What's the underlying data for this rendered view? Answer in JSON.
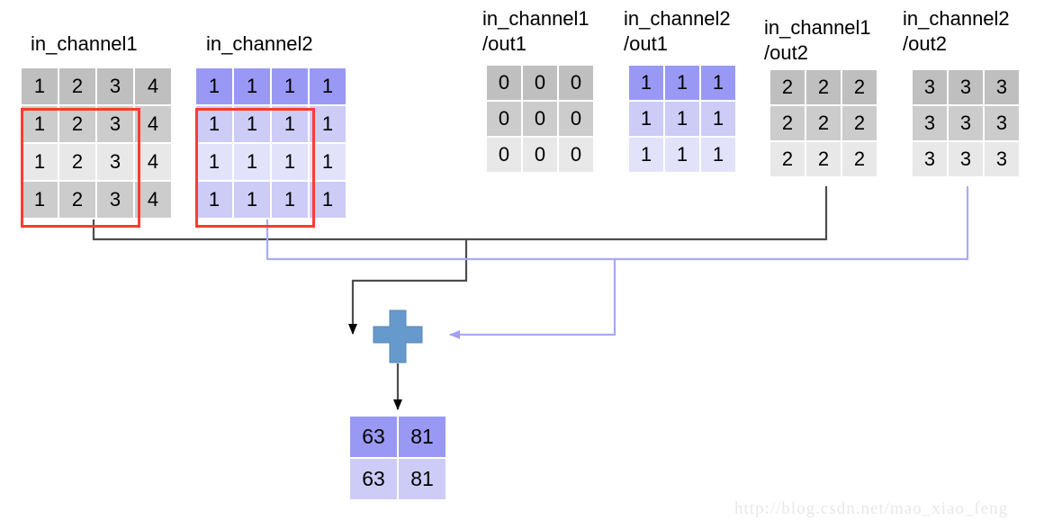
{
  "diagram": {
    "title_hidden": "Multi-channel convolution with 2 input channels and 2 output channels",
    "watermark": "http://blog.csdn.net/mao_xiao_feng",
    "colors": {
      "gray_dark": "#bfbfbf",
      "gray_mid": "#cccccc",
      "gray_light": "#e8e8e8",
      "blue_dark": "#9999f5",
      "blue_mid": "#ccccf7",
      "blue_light": "#e2e2fb",
      "highlight_red": "#ff3b30",
      "wire_dark": "#4d4d4d",
      "wire_purple": "#aaaaf7",
      "plus_fill": "#6699cc"
    }
  },
  "inputs": [
    {
      "label": "in_channel1",
      "rows": [
        [
          "1",
          "2",
          "3",
          "4"
        ],
        [
          "1",
          "2",
          "3",
          "4"
        ],
        [
          "1",
          "2",
          "3",
          "4"
        ],
        [
          "1",
          "2",
          "3",
          "4"
        ]
      ],
      "row_shades": [
        "#bfbfbf",
        "#cccccc",
        "#e8e8e8",
        "#cccccc"
      ],
      "kernel_window": {
        "row_start": 1,
        "row_end": 3,
        "col_start": 0,
        "col_end": 2
      }
    },
    {
      "label": "in_channel2",
      "rows": [
        [
          "1",
          "1",
          "1",
          "1"
        ],
        [
          "1",
          "1",
          "1",
          "1"
        ],
        [
          "1",
          "1",
          "1",
          "1"
        ],
        [
          "1",
          "1",
          "1",
          "1"
        ]
      ],
      "row_shades": [
        "#9999f5",
        "#ccccf7",
        "#e2e2fb",
        "#ccccf7"
      ],
      "kernel_window": {
        "row_start": 1,
        "row_end": 3,
        "col_start": 0,
        "col_end": 2
      }
    }
  ],
  "kernels": [
    {
      "label_line1": "in_channel1",
      "label_line2": "/out1",
      "rows": [
        [
          "0",
          "0",
          "0"
        ],
        [
          "0",
          "0",
          "0"
        ],
        [
          "0",
          "0",
          "0"
        ]
      ],
      "row_shades": [
        "#bfbfbf",
        "#cccccc",
        "#e8e8e8"
      ]
    },
    {
      "label_line1": "in_channel2",
      "label_line2": "/out1",
      "rows": [
        [
          "1",
          "1",
          "1"
        ],
        [
          "1",
          "1",
          "1"
        ],
        [
          "1",
          "1",
          "1"
        ]
      ],
      "row_shades": [
        "#9999f5",
        "#ccccf7",
        "#e2e2fb"
      ]
    },
    {
      "label_line1": "in_channel1",
      "label_line2": "/out2",
      "rows": [
        [
          "2",
          "2",
          "2"
        ],
        [
          "2",
          "2",
          "2"
        ],
        [
          "2",
          "2",
          "2"
        ]
      ],
      "row_shades": [
        "#bfbfbf",
        "#cccccc",
        "#e8e8e8"
      ]
    },
    {
      "label_line1": "in_channel2",
      "label_line2": "/out2",
      "rows": [
        [
          "3",
          "3",
          "3"
        ],
        [
          "3",
          "3",
          "3"
        ],
        [
          "3",
          "3",
          "3"
        ]
      ],
      "row_shades": [
        "#bfbfbf",
        "#cccccc",
        "#e8e8e8"
      ]
    }
  ],
  "operator": {
    "symbol": "+",
    "name": "sum-node"
  },
  "output": {
    "rows": [
      [
        "63",
        "81"
      ],
      [
        "63",
        "81"
      ]
    ],
    "row_shades": [
      "#9999f5",
      "#ccccf7"
    ]
  }
}
